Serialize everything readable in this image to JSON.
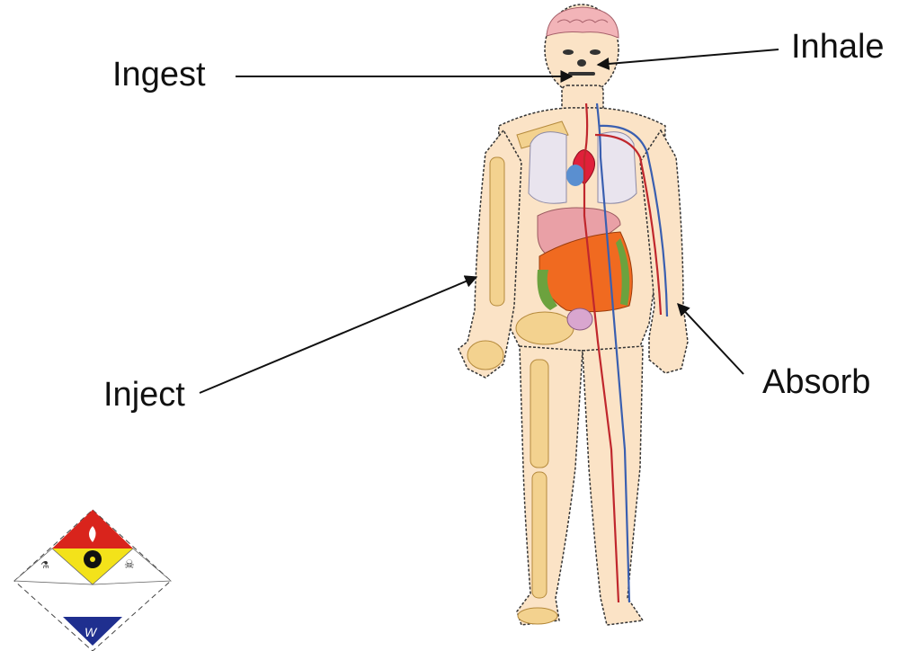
{
  "labels": {
    "ingest": "Ingest",
    "inhale": "Inhale",
    "inject": "Inject",
    "absorb": "Absorb"
  },
  "colors": {
    "skin": "#fbe3c6",
    "bone": "#f3d28f",
    "brain": "#f2b4b8",
    "heart": "#e0203a",
    "liver": "#e9a0a6",
    "intestine": "#f06a20",
    "vessels_red": "#c0272d",
    "vessels_blue": "#3a5fb0",
    "hazard_red": "#d9241c",
    "hazard_yellow": "#f3e21a",
    "hazard_blue": "#1f2f8f"
  },
  "icons": [
    "human-body-anatomy-icon",
    "hazard-diamond-icon"
  ]
}
